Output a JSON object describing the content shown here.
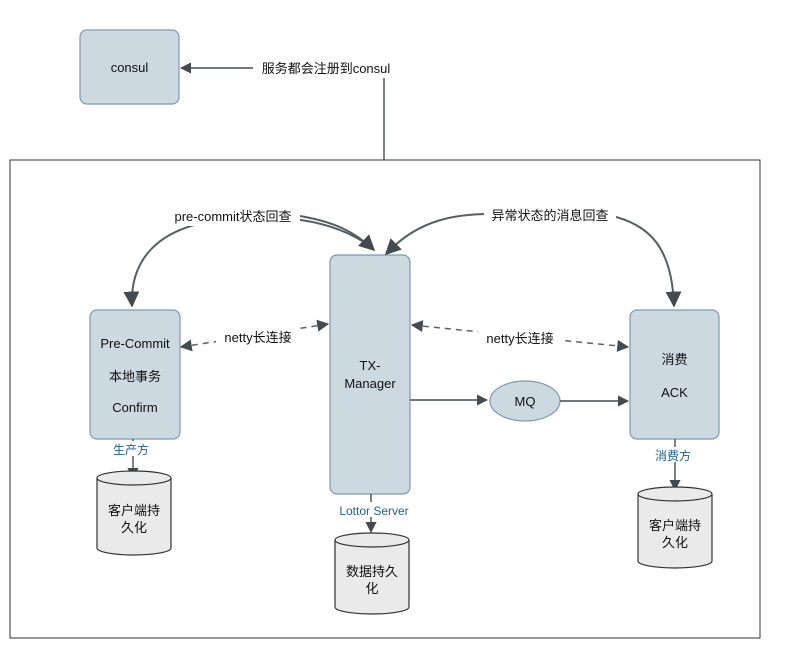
{
  "nodes": {
    "consul": "consul",
    "producer": {
      "line1": "Pre-Commit",
      "line2": "本地事务",
      "line3": "Confirm"
    },
    "tx_manager": {
      "line1": "TX-",
      "line2": "Manager"
    },
    "mq": "MQ",
    "consumer": {
      "line1": "消费",
      "line2": "ACK"
    }
  },
  "databases": {
    "producer_db": {
      "line1": "客户端持",
      "line2": "久化"
    },
    "server_db": {
      "line1": "数据持久",
      "line2": "化"
    },
    "consumer_db": {
      "line1": "客户端持",
      "line2": "久化"
    }
  },
  "edge_labels": {
    "register": "服务都会注册到consul",
    "precommit_check": "pre-commit状态回查",
    "exception_check": "异常状态的消息回查",
    "netty_left": "netty长连接",
    "netty_right": "netty长连接"
  },
  "role_labels": {
    "producer": "生产方",
    "server": "Lottor Server",
    "consumer": "消费方"
  }
}
